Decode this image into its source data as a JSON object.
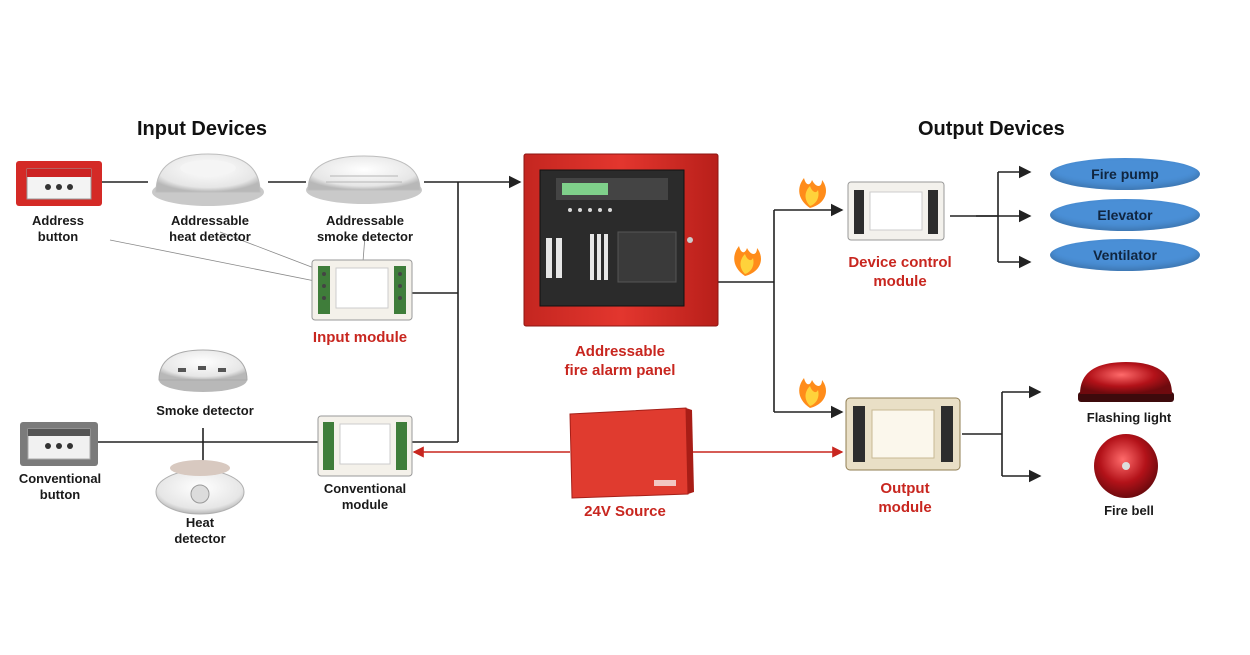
{
  "headers": {
    "input": "Input Devices",
    "output": "Output Devices"
  },
  "labels": {
    "address_button": [
      "Address",
      "button"
    ],
    "heat_detector": [
      "Addressable",
      "heat detector"
    ],
    "smoke_detector": [
      "Addressable",
      "smoke detector"
    ],
    "input_module": "Input module",
    "conv_smoke_detector": "Smoke detector",
    "conventional_button": [
      "Conventional",
      "button"
    ],
    "conv_heat_detector": [
      "Heat",
      "detector"
    ],
    "conventional_module": [
      "Conventional",
      "module"
    ],
    "panel": [
      "Addressable",
      "fire alarm panel"
    ],
    "source": "24V Source",
    "device_control_module": [
      "Device control",
      "module"
    ],
    "output_module": [
      "Output",
      "module"
    ],
    "flashing_light": "Flashing light",
    "fire_bell": "Fire bell"
  },
  "outputs": {
    "fire_pump": "Fire pump",
    "elevator": "Elevator",
    "ventilator": "Ventilator"
  },
  "colors": {
    "accent_red": "#c8261f",
    "panel_red": "#d7312a",
    "output_blue": "#4a8fd6",
    "line": "#222222"
  },
  "icons": [
    "flame-icon",
    "manual-call-point-icon",
    "detector-icon",
    "module-icon",
    "bell-icon",
    "beacon-icon"
  ]
}
